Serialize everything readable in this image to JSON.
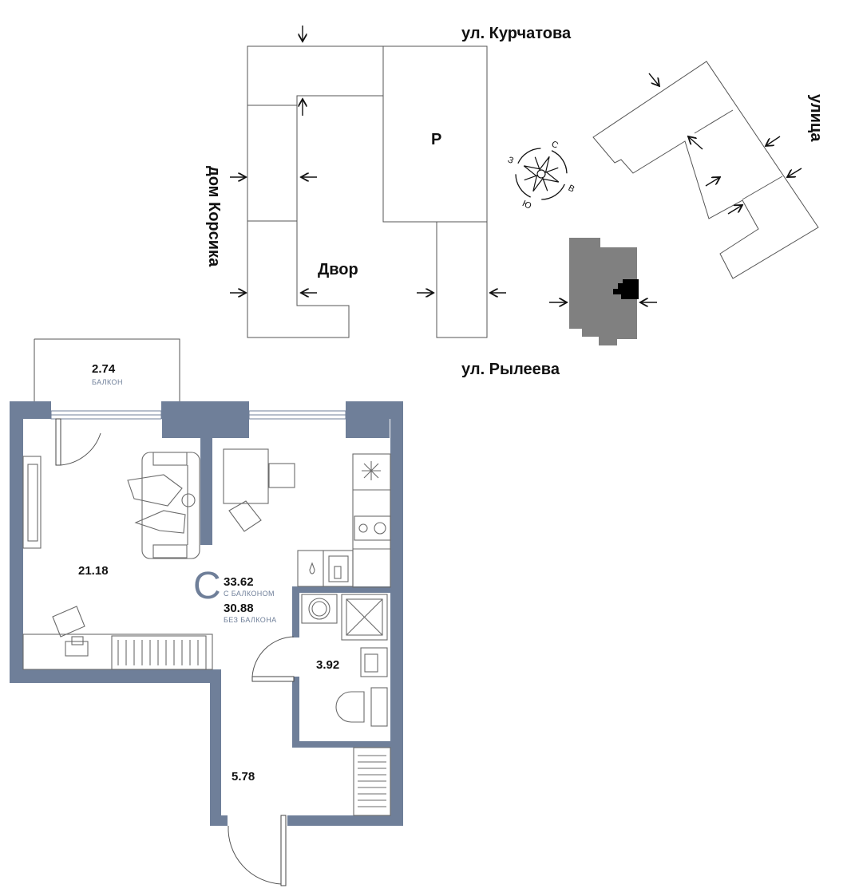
{
  "site_plan": {
    "streets": {
      "north": "ул. Курчатова",
      "south": "ул. Рылеева",
      "west": "дом Корсика",
      "east": "улица"
    },
    "courtyard_label": "Двор",
    "parking_label": "Р",
    "compass": {
      "n": "С",
      "e": "В",
      "s": "Ю",
      "w": "З"
    }
  },
  "apartment": {
    "type_letter": "С",
    "total_with_balcony": "33.62",
    "with_balcony_caption": "С БАЛКОНОМ",
    "total_without_balcony": "30.88",
    "without_balcony_caption": "БЕЗ БАЛКОНА",
    "rooms": {
      "balcony_area": "2.74",
      "balcony_caption": "БАЛКОН",
      "living_area": "21.18",
      "bathroom_area": "3.92",
      "hall_area": "5.78"
    }
  },
  "colors": {
    "wall": "#6f7f99",
    "dark_building": "#808080",
    "caption": "#6f7f99"
  }
}
